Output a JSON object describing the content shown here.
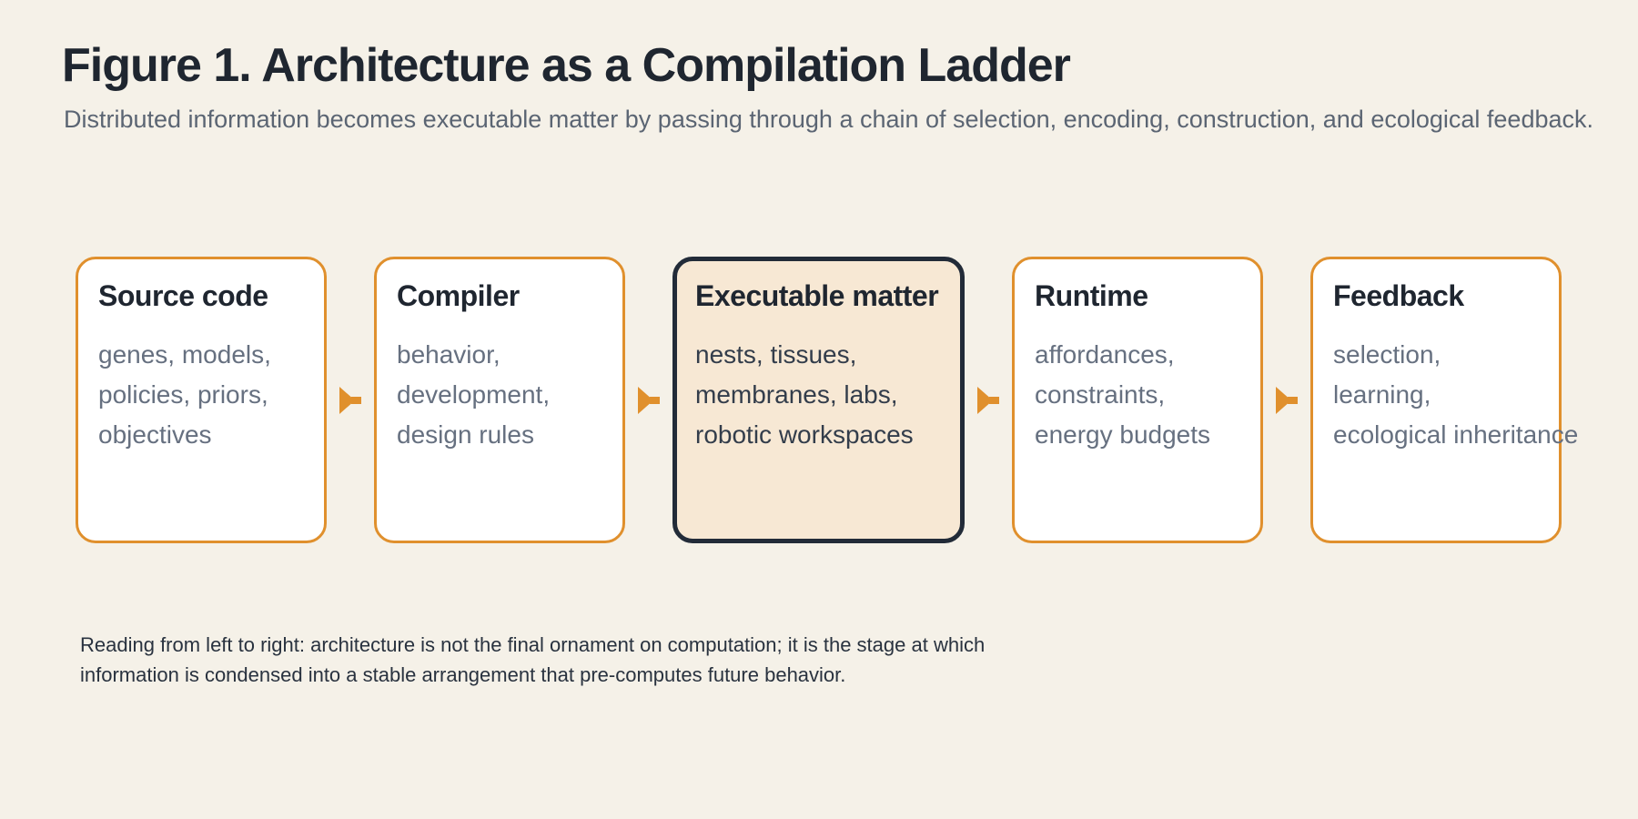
{
  "figure": {
    "title": "Figure 1. Architecture as a Compilation Ladder",
    "subtitle": "Distributed information becomes executable matter by passing through a chain of selection, encoding, construction, and ecological feedback.",
    "caption_lines": [
      "Reading from left to right: architecture is not the final ornament on computation; it is the stage at which",
      "information is condensed into a stable arrangement that pre-computes future behavior."
    ]
  },
  "ladder": {
    "stages": [
      {
        "title": "Source code",
        "lines": [
          "genes, models,",
          "policies, priors,",
          "objectives"
        ],
        "highlighted": false
      },
      {
        "title": "Compiler",
        "lines": [
          "behavior,",
          "development,",
          "design rules"
        ],
        "highlighted": false
      },
      {
        "title": "Executable matter",
        "lines": [
          "nests, tissues,",
          "membranes, labs,",
          "robotic workspaces"
        ],
        "highlighted": true
      },
      {
        "title": "Runtime",
        "lines": [
          "affordances,",
          "constraints,",
          "energy budgets"
        ],
        "highlighted": false
      },
      {
        "title": "Feedback",
        "lines": [
          "selection,",
          "learning,",
          "ecological inheritance"
        ],
        "highlighted": false
      }
    ],
    "arrow_direction": "right"
  },
  "colors": {
    "background": "#F5F1E8",
    "accent_orange": "#E0902D",
    "highlight_fill": "#F7E8D4",
    "highlight_border": "#222B38",
    "box_fill": "#FFFFFF",
    "heading_text": "#1F2630",
    "body_text": "#667080",
    "highlight_body_text": "#333D4B",
    "subtitle_text": "#5B6573",
    "caption_text": "#29323F"
  }
}
